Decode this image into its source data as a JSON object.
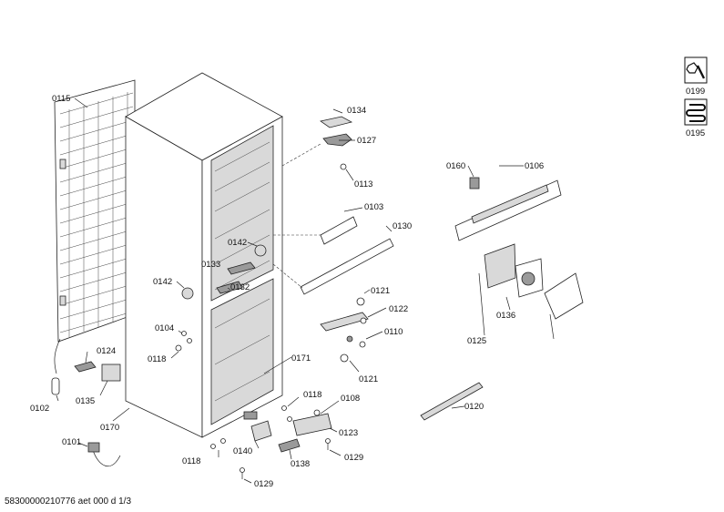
{
  "labels": {
    "l0115": "0115",
    "l0134": "0134",
    "l0127": "0127",
    "l0113": "0113",
    "l0160": "0160",
    "l0106": "0106",
    "l0103": "0103",
    "l0130": "0130",
    "l0142a": "0142",
    "l0133": "0133",
    "l0142b": "0142",
    "l0132": "0132",
    "l0121a": "0121",
    "l0122": "0122",
    "l0104": "0104",
    "l0110": "0110",
    "l0118a": "0118",
    "l0136": "0136",
    "l0125": "0125",
    "l0124": "0124",
    "l0171": "0171",
    "l0121b": "0121",
    "l0135": "0135",
    "l0102": "0102",
    "l0118b": "0118",
    "l0108": "0108",
    "l0120": "0120",
    "l0170": "0170",
    "l0123": "0123",
    "l0101": "0101",
    "l0140": "0140",
    "l0129a": "0129",
    "l0118c": "0118",
    "l0138": "0138",
    "l0129b": "0129",
    "l0199": "0199",
    "l0195": "0195"
  },
  "icons": {
    "service_tools": "wrench-icon",
    "refrigerant_coil": "coil-icon"
  },
  "footer": "58300000210776 aet 000 d 1/3"
}
